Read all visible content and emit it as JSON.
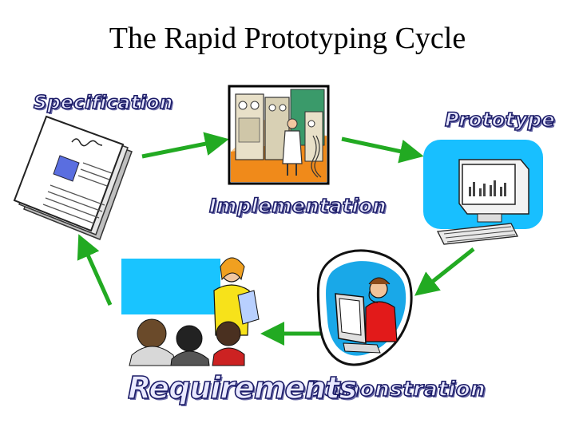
{
  "title": "The Rapid Prototyping Cycle",
  "stages": {
    "specification": "Specification",
    "implementation": "Implementation",
    "prototype": "Prototype",
    "demonstration": "Demonstration",
    "requirements": "Requirements"
  },
  "colors": {
    "arrow": "#22aa22",
    "sky": "#18bfff",
    "wordart_fill": "#e9e9ff",
    "wordart_stroke": "#1a1a66"
  },
  "icons": [
    "document-icon",
    "computer-lab-icon",
    "computer-monitor-icon",
    "support-agent-icon",
    "meeting-icon"
  ]
}
